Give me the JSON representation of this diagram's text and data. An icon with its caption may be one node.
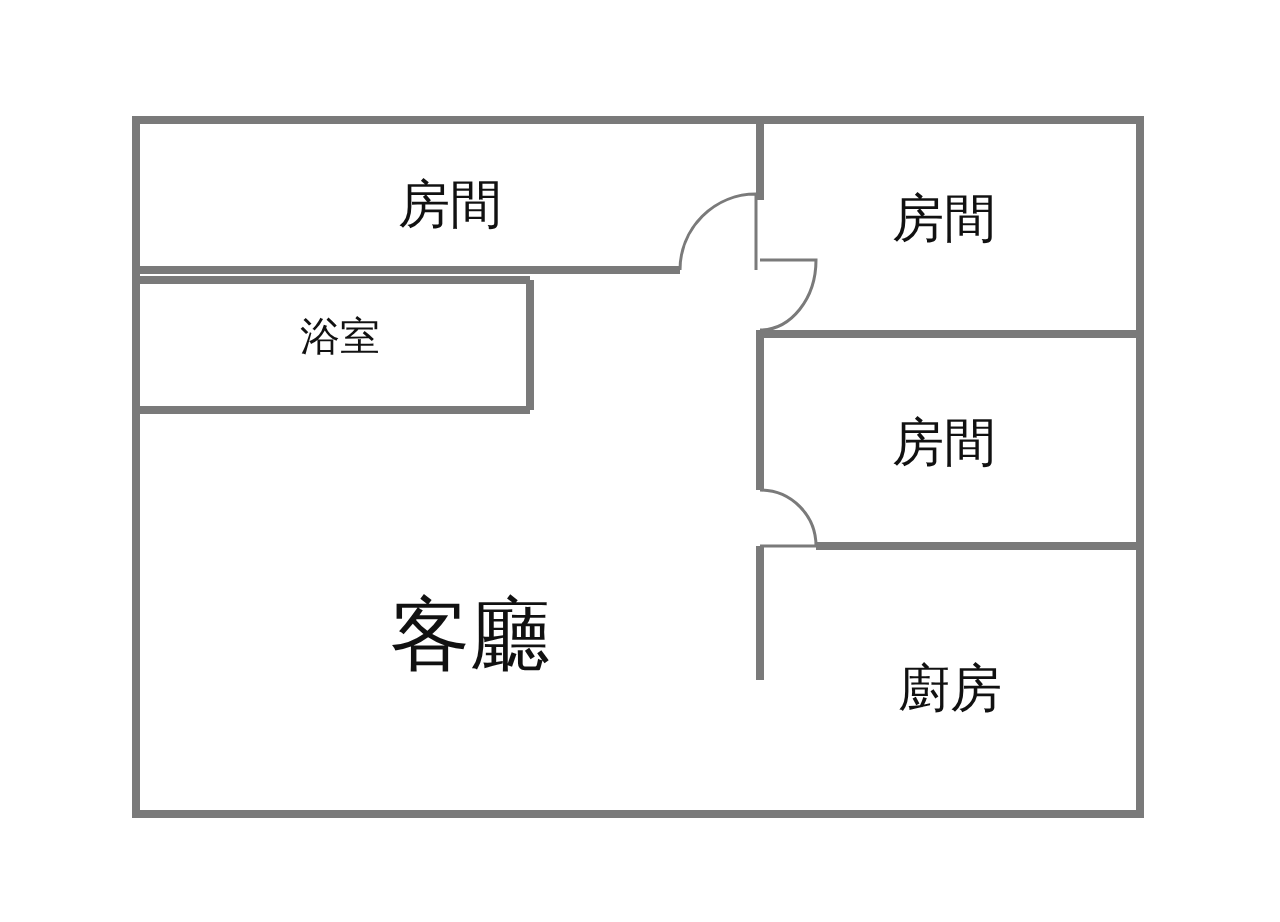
{
  "diagram": {
    "nodes": [
      {
        "text": [
          "房間"
        ]
      },
      {
        "text": [
          "浴室"
        ]
      },
      {
        "text": [
          "房間"
        ]
      },
      {
        "text": [
          "房間"
        ]
      },
      {
        "text": [
          "客廳"
        ]
      },
      {
        "text": [
          "廚房"
        ]
      }
    ]
  }
}
